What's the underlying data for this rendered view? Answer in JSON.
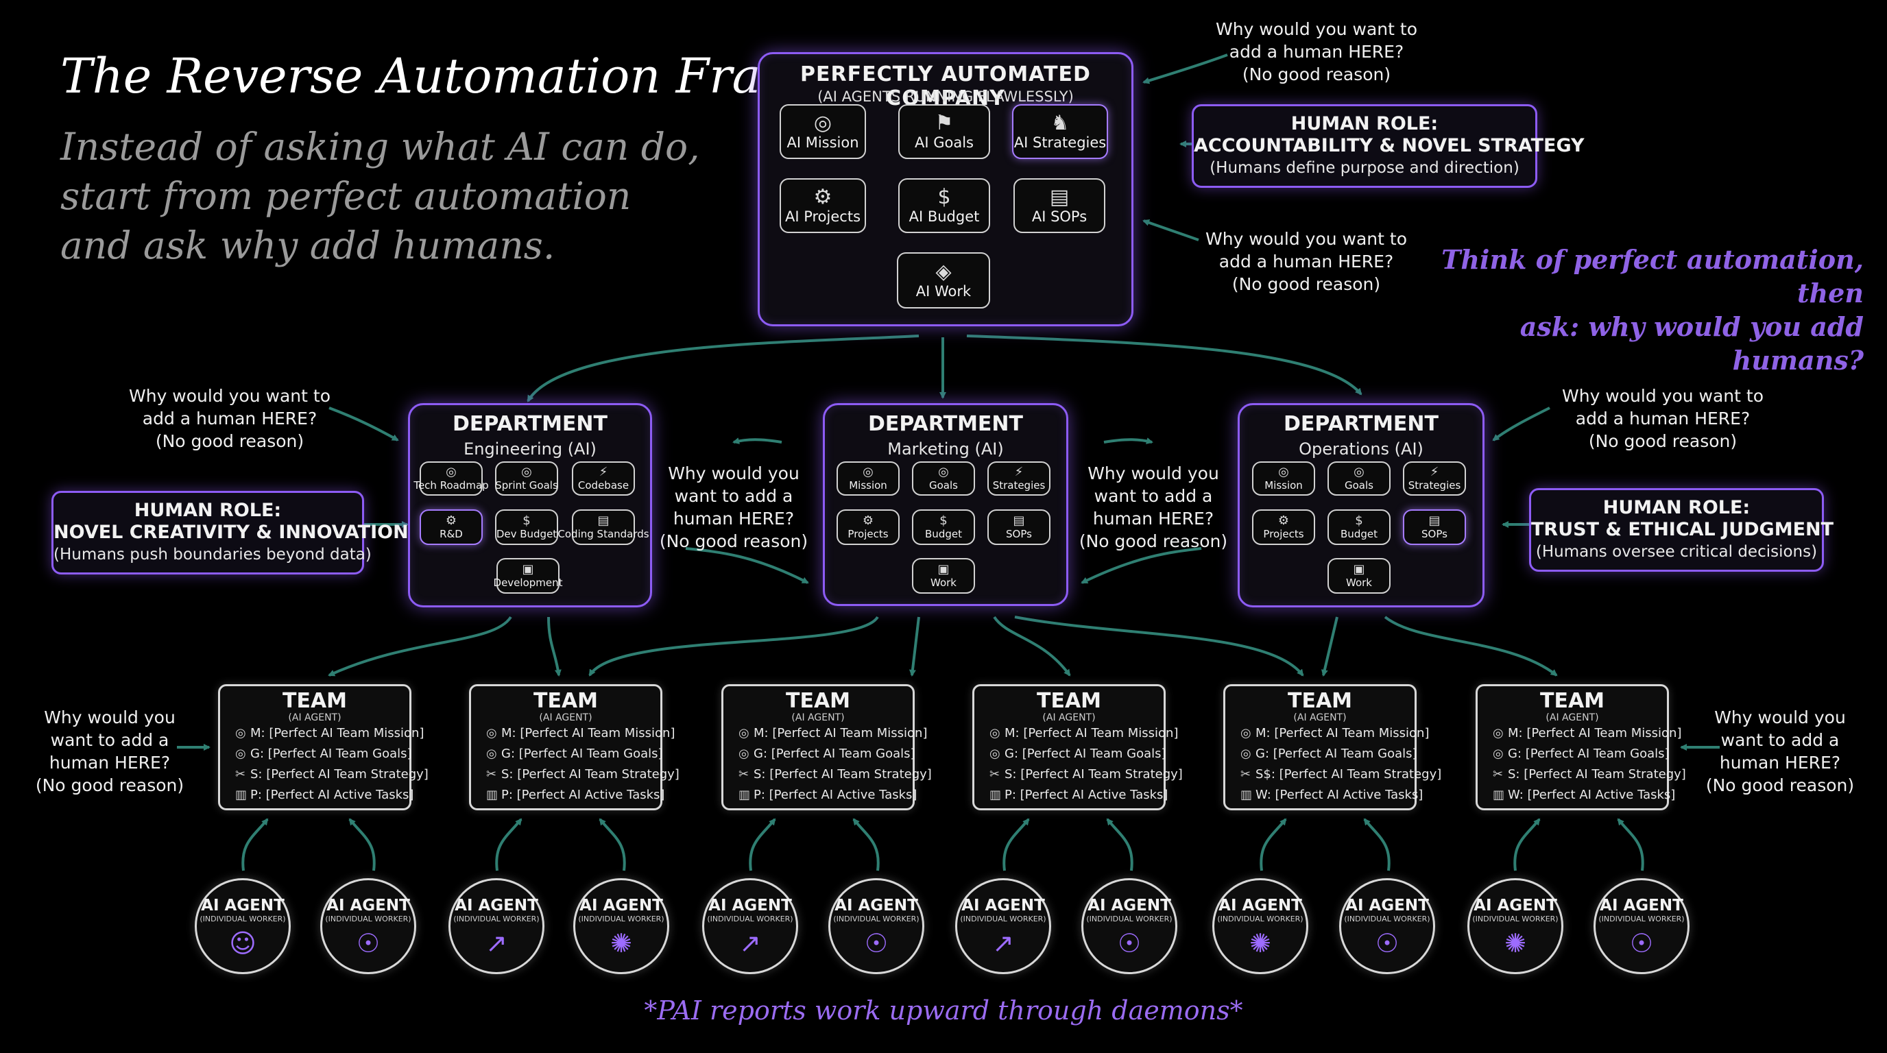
{
  "header": {
    "title": "The Reverse Automation Frame",
    "subtitle_lines": [
      "Instead of asking what AI can do,",
      "start from perfect automation",
      "and ask why add humans."
    ],
    "tagline_lines": [
      "Think of perfect automation, then",
      "ask: why would you add humans?"
    ]
  },
  "company": {
    "title": "PERFECTLY AUTOMATED COMPANY",
    "subtitle": "(AI AGENTS RUNNING FLAWLESSLY)",
    "chips": [
      {
        "label": "AI Mission",
        "icon": "◎"
      },
      {
        "label": "AI Goals",
        "icon": "⚑"
      },
      {
        "label": "AI Strategies",
        "icon": "♞"
      },
      {
        "label": "AI Projects",
        "icon": "⚙"
      },
      {
        "label": "AI Budget",
        "icon": "$"
      },
      {
        "label": "AI SOPs",
        "icon": "▤"
      },
      {
        "label": "AI Work",
        "icon": "◈"
      }
    ]
  },
  "why": {
    "lines": [
      "Why would you want to",
      "add a human HERE?",
      "(No good reason)"
    ],
    "narrow_lines": [
      "Why would you",
      "want to add a",
      "human HERE?",
      "(No good reason)"
    ]
  },
  "roles": {
    "company": {
      "title_lines": [
        "HUMAN ROLE:",
        "ACCOUNTABILITY & NOVEL STRATEGY"
      ],
      "desc": "(Humans define purpose and direction)"
    },
    "engineering": {
      "title_lines": [
        "HUMAN ROLE:",
        "NOVEL CREATIVITY & INNOVATION"
      ],
      "desc": "(Humans push boundaries beyond data)"
    },
    "operations": {
      "title_lines": [
        "HUMAN ROLE:",
        "TRUST & ETHICAL JUDGMENT"
      ],
      "desc": "(Humans oversee critical decisions)"
    }
  },
  "departments": [
    {
      "title": "DEPARTMENT",
      "name": "Engineering (AI)",
      "chips": [
        "Tech Roadmap",
        "Sprint Goals",
        "Codebase",
        "R&D",
        "Dev Budget",
        "Coding Standards",
        "Development"
      ]
    },
    {
      "title": "DEPARTMENT",
      "name": "Marketing (AI)",
      "chips": [
        "Mission",
        "Goals",
        "Strategies",
        "Projects",
        "Budget",
        "SOPs",
        "Work"
      ]
    },
    {
      "title": "DEPARTMENT",
      "name": "Operations (AI)",
      "chips": [
        "Mission",
        "Goals",
        "Strategies",
        "Projects",
        "Budget",
        "SOPs",
        "Work"
      ]
    }
  ],
  "dept_chip_icons": [
    "◎",
    "◎",
    "⚡",
    "⚙",
    "$",
    "▤",
    "▣"
  ],
  "team_template": {
    "title": "TEAM",
    "subtitle": "(AI AGENT)",
    "rows": [
      "M: [Perfect AI Team Mission]",
      "G: [Perfect AI Team Goals]",
      "S: [Perfect AI Team Strategy]",
      "P: [Perfect AI Active Tasks]"
    ]
  },
  "team_overrides": {
    "team5_row3": "S$: [Perfect AI Team Strategy]",
    "team5_row4": "W: [Perfect AI Active Tasks]",
    "team6_row4": "W: [Perfect AI Active Tasks]"
  },
  "team_row_icons": [
    "◎",
    "◎",
    "✂",
    "▥"
  ],
  "agent": {
    "title": "AI AGENT",
    "subtitle": "(INDIVIDUAL WORKER)"
  },
  "agent_icons": [
    "☺",
    "☉",
    "↗",
    "✺",
    "↗",
    "☉",
    "↗",
    "☉",
    "✺",
    "☉",
    "✺",
    "☉"
  ],
  "footer": "*PAI reports work upward through daemons*",
  "colors": {
    "accent": "#8d5cf5",
    "connector": "#2f7f72",
    "background": "#000000"
  }
}
